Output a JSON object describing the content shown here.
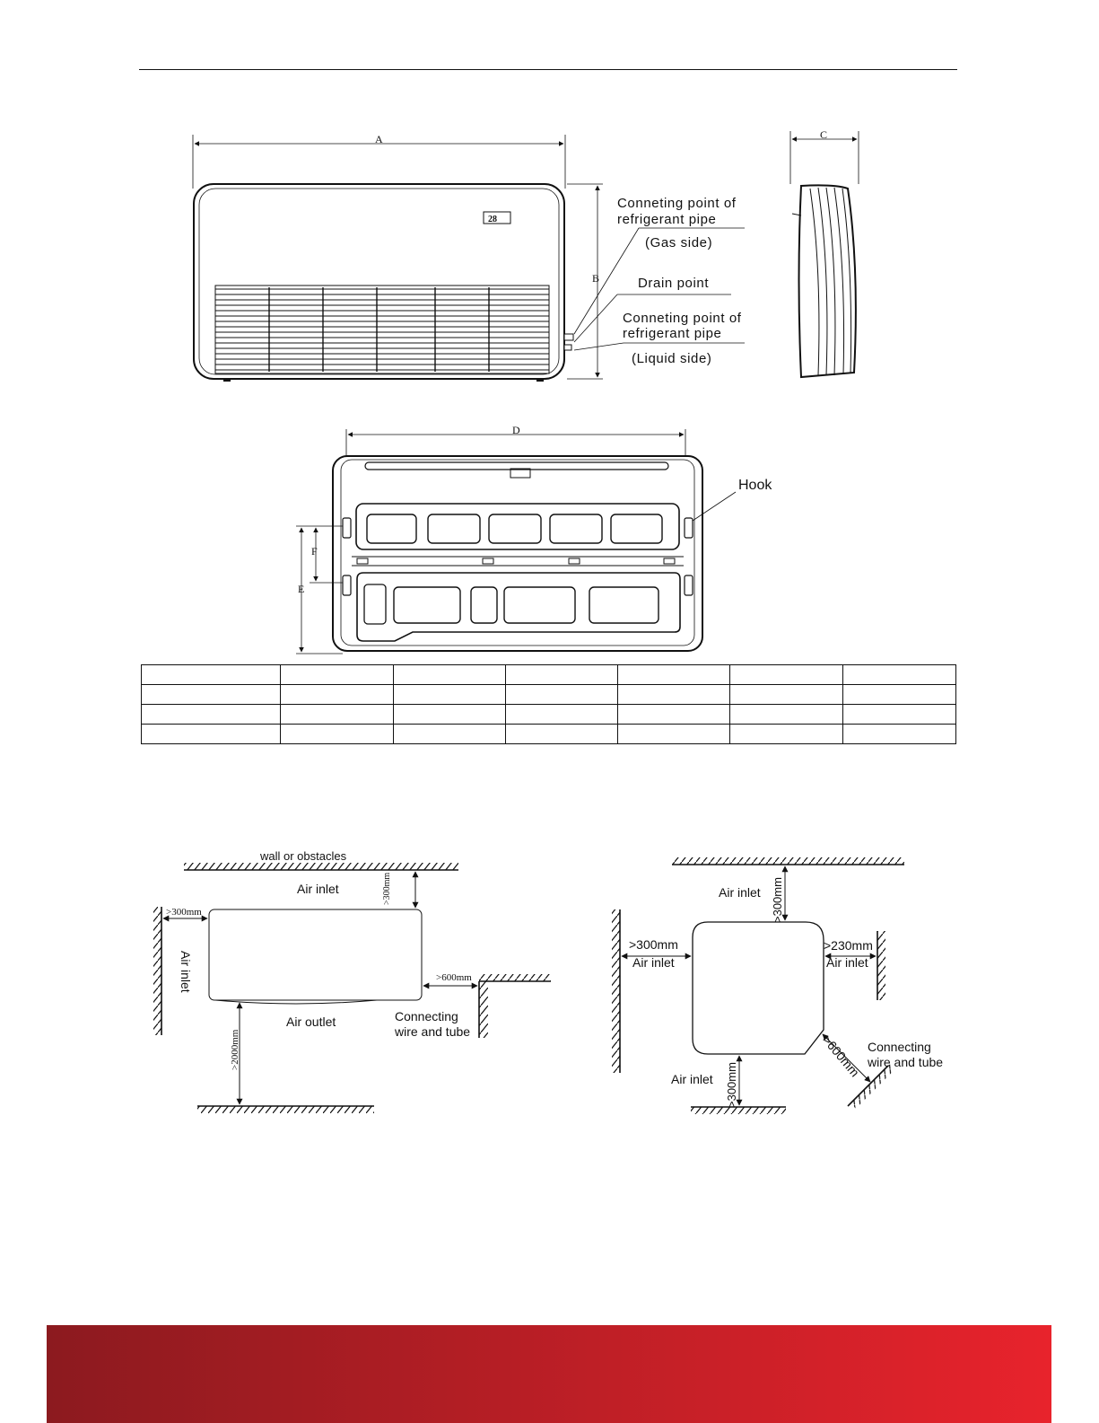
{
  "drawing_front": {
    "dim_a": "A",
    "dim_b": "B",
    "dim_c": "C",
    "callout_gas_1": "Conneting point of",
    "callout_gas_2": "refrigerant pipe",
    "callout_gas_3": "(Gas side)",
    "callout_drain": "Drain point",
    "callout_liquid_1": "Conneting point of",
    "callout_liquid_2": "refrigerant pipe",
    "callout_liquid_3": "(Liquid side)"
  },
  "drawing_back": {
    "dim_d": "D",
    "dim_e": "E",
    "dim_f": "F",
    "callout_hook": "Hook"
  },
  "dimension_table": {
    "rows": [
      [
        "",
        "",
        "",
        "",
        "",
        "",
        ""
      ],
      [
        "",
        "",
        "",
        "",
        "",
        "",
        ""
      ],
      [
        "",
        "",
        "",
        "",
        "",
        "",
        ""
      ],
      [
        "",
        "",
        "",
        "",
        "",
        "",
        ""
      ]
    ]
  },
  "clearance_left": {
    "wall_label": "wall or obstacles",
    "air_inlet_top": "Air inlet",
    "dim_top": ">300mm",
    "dim_left": ">300mm",
    "air_inlet_side": "Air inlet",
    "dim_right": ">600mm",
    "air_outlet": "Air outlet",
    "connecting_1": "Connecting",
    "connecting_2": "wire and tube",
    "dim_floor": ">2000mm"
  },
  "clearance_right": {
    "air_inlet_top": "Air inlet",
    "dim_top": ">300mm",
    "dim_left": ">300mm",
    "air_inlet_left": "Air inlet",
    "dim_right": ">230mm",
    "air_inlet_right": "Air inlet",
    "dim_diag": ">600mm",
    "connecting_1": "Connecting",
    "connecting_2": "wire and tube",
    "air_inlet_bottom": "Air inlet",
    "dim_bottom": ">300mm"
  },
  "colors": {
    "footer_start": "#8c1a1f",
    "footer_end": "#e8232c"
  }
}
